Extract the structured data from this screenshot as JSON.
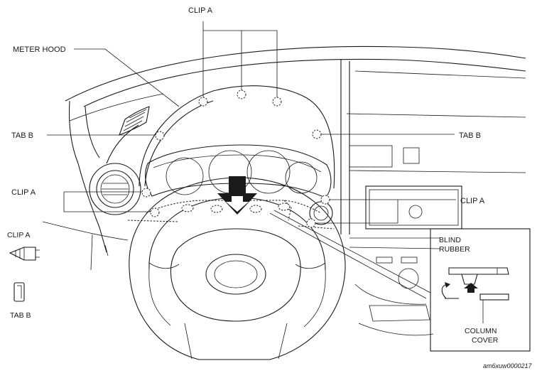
{
  "labels": {
    "clip_a_top": "CLIP A",
    "meter_hood": "METER HOOD",
    "tab_b_left": "TAB B",
    "tab_b_right": "TAB B",
    "clip_a_left": "CLIP A",
    "clip_a_right": "CLIP A",
    "legend_clip_a": "CLIP A",
    "legend_tab_b": "TAB B"
  },
  "detail": {
    "blind_rubber_line1": "BLIND",
    "blind_rubber_line2": "RUBBER",
    "column_cover_line1": "COLUMN",
    "column_cover_line2": "COVER"
  },
  "figure_code": "am6xuw0000217"
}
